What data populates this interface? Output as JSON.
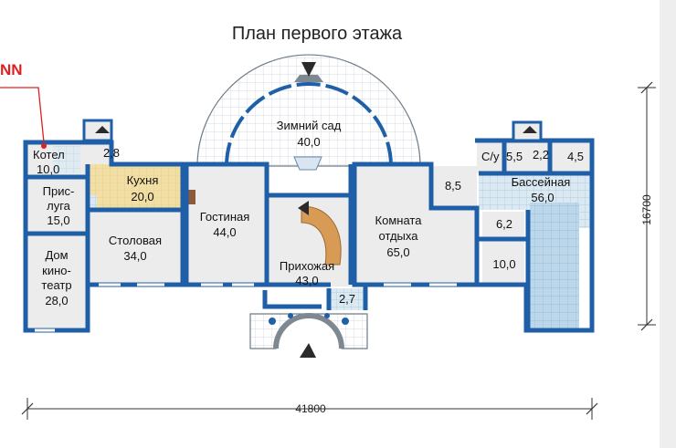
{
  "title": "План первого этажа",
  "brand_fragment": "NN",
  "colors": {
    "wall": "#1f5fa8",
    "floor": "#ececec",
    "kitchen_floor": "#f2dfa5",
    "tile": "#dbe9f3",
    "pool": "#bcd7ea",
    "callout": "#e02020"
  },
  "rooms": {
    "kotel": {
      "name": "Котел",
      "area": "10,0"
    },
    "r28": {
      "area": "2,8"
    },
    "kitchen": {
      "name": "Кухня",
      "area": "20,0"
    },
    "prisluga": {
      "line1": "Прис-",
      "line2": "луга",
      "area": "15,0"
    },
    "dining": {
      "name": "Столовая",
      "area": "34,0"
    },
    "cinema": {
      "line1": "Дом",
      "line2": "кино-",
      "line3": "театр",
      "area": "28,0"
    },
    "living": {
      "name": "Гостиная",
      "area": "44,0"
    },
    "garden": {
      "name": "Зимний сад",
      "area": "40,0"
    },
    "hall": {
      "name": "Прихожая",
      "area": "43,0"
    },
    "r27": {
      "area": "2,7"
    },
    "rest": {
      "line1": "Комната",
      "line2": "отдыха",
      "area": "65,0"
    },
    "r85": {
      "area": "8,5"
    },
    "su": {
      "name": "С/у",
      "area": "5,5"
    },
    "r22": {
      "area": "2,2"
    },
    "r45": {
      "area": "4,5"
    },
    "pool": {
      "name": "Бассейная",
      "area": "56,0"
    },
    "r62": {
      "area": "6,2"
    },
    "r100": {
      "area": "10,0"
    }
  },
  "dimensions": {
    "width": "41800",
    "depth": "16700"
  }
}
